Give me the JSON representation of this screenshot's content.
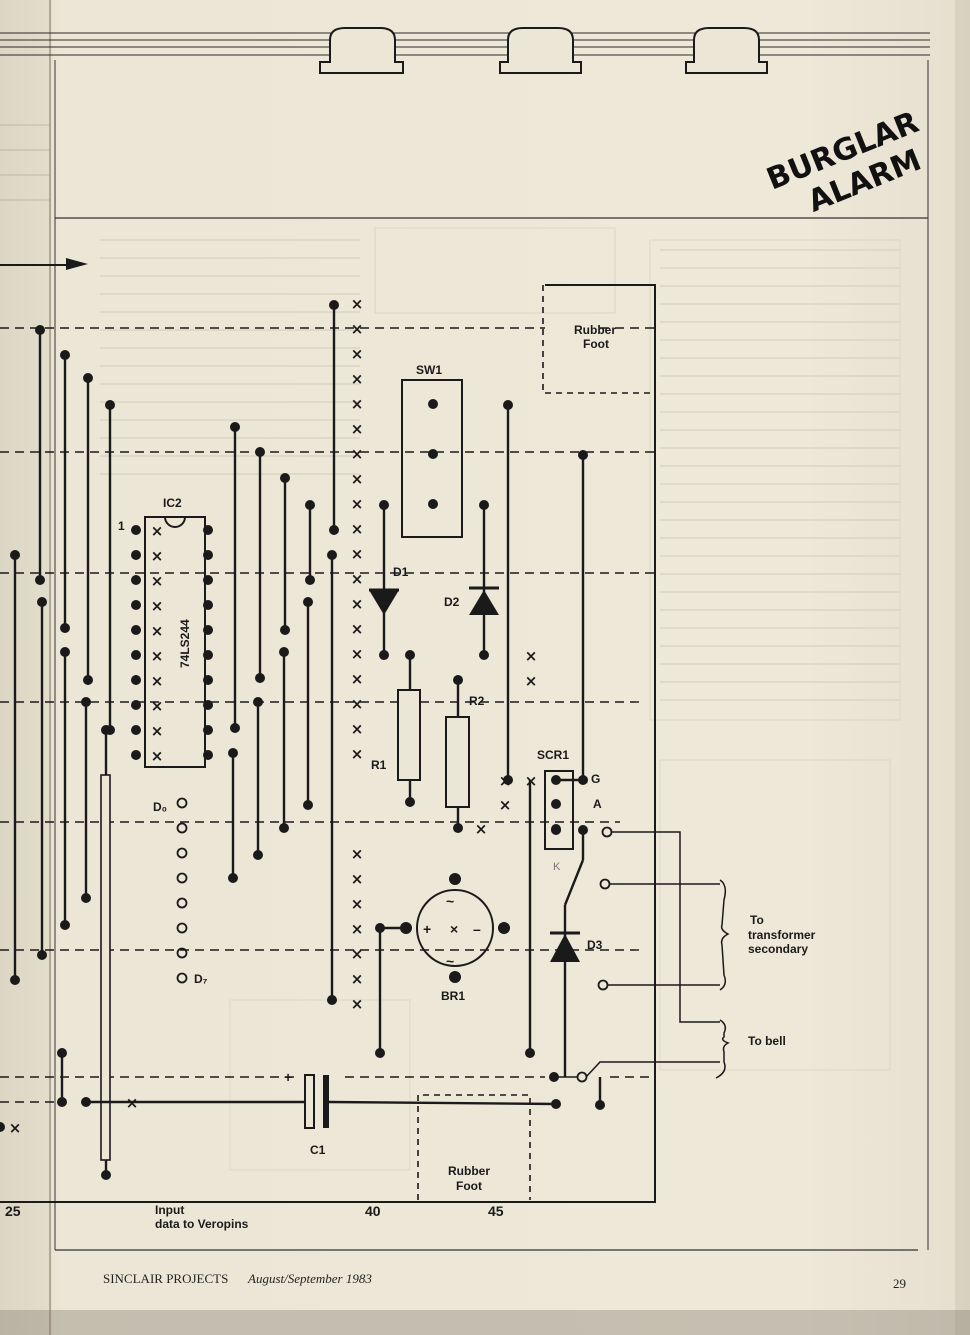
{
  "logo": {
    "line1": "BURGLAR",
    "line2": "ALARM"
  },
  "labels": {
    "rubber_foot_top": [
      "Rubber",
      "Foot"
    ],
    "rubber_foot_bottom": [
      "Rubber",
      "Foot"
    ],
    "sw1": "SW1",
    "ic2": "IC2",
    "ic2_part": "74LS244",
    "pin1": "1",
    "d1": "D1",
    "d2": "D2",
    "r1": "R1",
    "r2": "R2",
    "scr1": "SCR1",
    "gate": "G",
    "anode": "A",
    "cathode": "K",
    "d3": "D3",
    "br1": "BR1",
    "d0": "D₀",
    "d7": "D₇",
    "c1": "C1",
    "plus": "+",
    "transformer": [
      "To",
      "transformer",
      "secondary"
    ],
    "bell": "To bell",
    "input": [
      "Input",
      "data to Veropins"
    ],
    "col25": "25",
    "col40": "40",
    "col45": "45"
  },
  "footer": {
    "magazine": "SINCLAIR PROJECTS",
    "issue": "August/September 1983",
    "page": "29"
  },
  "colors": {
    "ink": "#1a1a1a",
    "paper": "#ece6d6",
    "ghost": "#b9b2a1"
  }
}
